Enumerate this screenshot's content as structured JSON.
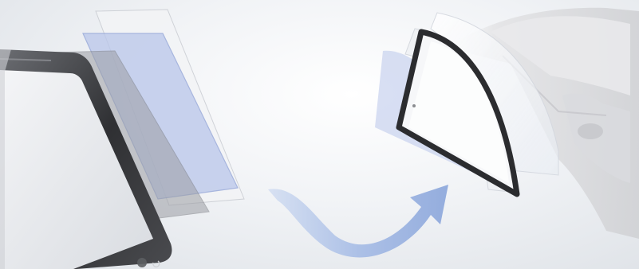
{
  "illustration": {
    "left_group": "smartphone-with-stacked-film-layers",
    "right_group": "curved-car-window-glass-with-film-layers",
    "connector": "curved-arrow-left-to-right",
    "colors": {
      "background": "#eef0f3",
      "film_blue": "#b9c6ea",
      "film_clear": "#f4f5f7",
      "phone_body": "#3a3b3e",
      "window_frame": "#2b2c2f",
      "arrow": "#aec2e6"
    }
  }
}
